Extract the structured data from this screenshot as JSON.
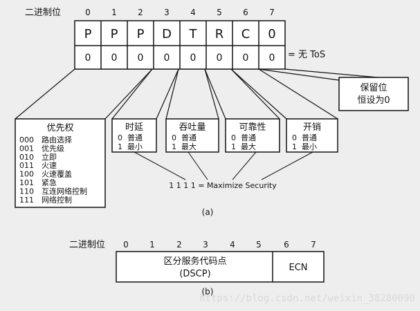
{
  "title_a": "二进制位",
  "bit_numbers": [
    "0",
    "1",
    "2",
    "3",
    "4",
    "5",
    "6",
    "7"
  ],
  "flags": [
    "P",
    "P",
    "P",
    "D",
    "T",
    "R",
    "C",
    "0"
  ],
  "zeros": [
    "0",
    "0",
    "0",
    "0",
    "0",
    "0",
    "0",
    "0"
  ],
  "no_tos": "= 无 ToS",
  "reserved": {
    "line1": "保留位",
    "line2": "恒设为0"
  },
  "precedence": {
    "title": "优先权",
    "items": [
      {
        "code": "000",
        "label": "路由选择"
      },
      {
        "code": "001",
        "label": "优先级"
      },
      {
        "code": "010",
        "label": "立即"
      },
      {
        "code": "011",
        "label": "火速"
      },
      {
        "code": "100",
        "label": "火速覆盖"
      },
      {
        "code": "101",
        "label": "紧急"
      },
      {
        "code": "110",
        "label": "互连网络控制"
      },
      {
        "code": "111",
        "label": "网络控制"
      }
    ]
  },
  "tos_boxes": [
    {
      "title": "时延",
      "r0": "0",
      "l0": "普通",
      "r1": "1",
      "l1": "最小"
    },
    {
      "title": "吞吐量",
      "r0": "0",
      "l0": "普通",
      "r1": "1",
      "l1": "最大"
    },
    {
      "title": "可靠性",
      "r0": "0",
      "l0": "普通",
      "r1": "1",
      "l1": "最大"
    },
    {
      "title": "开销",
      "r0": "0",
      "l0": "普通",
      "r1": "1",
      "l1": "最小"
    }
  ],
  "maximize": "1 1 1 1 = Maximize Security",
  "caption_a": "(a)",
  "title_b": "二进制位",
  "bit_numbers_b": [
    "0",
    "1",
    "2",
    "3",
    "4",
    "5",
    "6",
    "7"
  ],
  "dscp": {
    "line1": "区分服务代码点",
    "line2": "(DSCP)"
  },
  "ecn": "ECN",
  "caption_b": "(b)",
  "watermark": "https://blog.csdn.net/weixin_38280090"
}
